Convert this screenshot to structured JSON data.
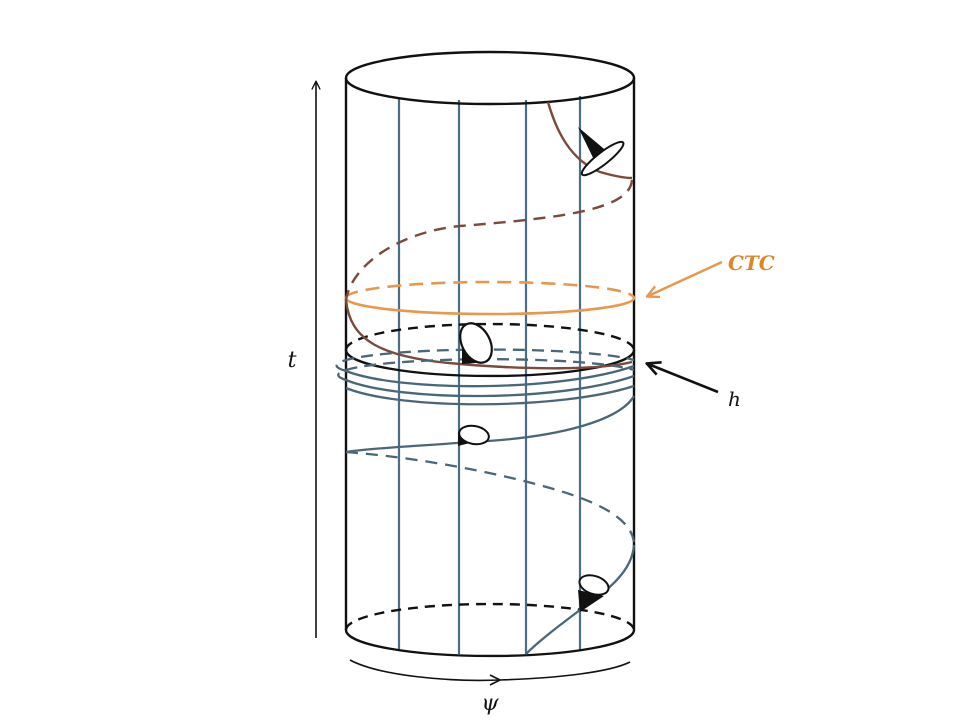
{
  "labels": {
    "time_axis": "t",
    "angle_axis": "ψ",
    "ctc": "CTC",
    "horizon": "h"
  },
  "colors": {
    "background": "#ffffff",
    "cylinder": "#111111",
    "generators": "#4b6f82",
    "blue_curve": "#4a6778",
    "brown_curve": "#7a4a3c",
    "ctc": "#e8974c",
    "ctc_text": "#e08428",
    "text": "#111111"
  },
  "icons": {
    "light_cone": "light-cone-icon",
    "arrow": "arrow-icon"
  }
}
